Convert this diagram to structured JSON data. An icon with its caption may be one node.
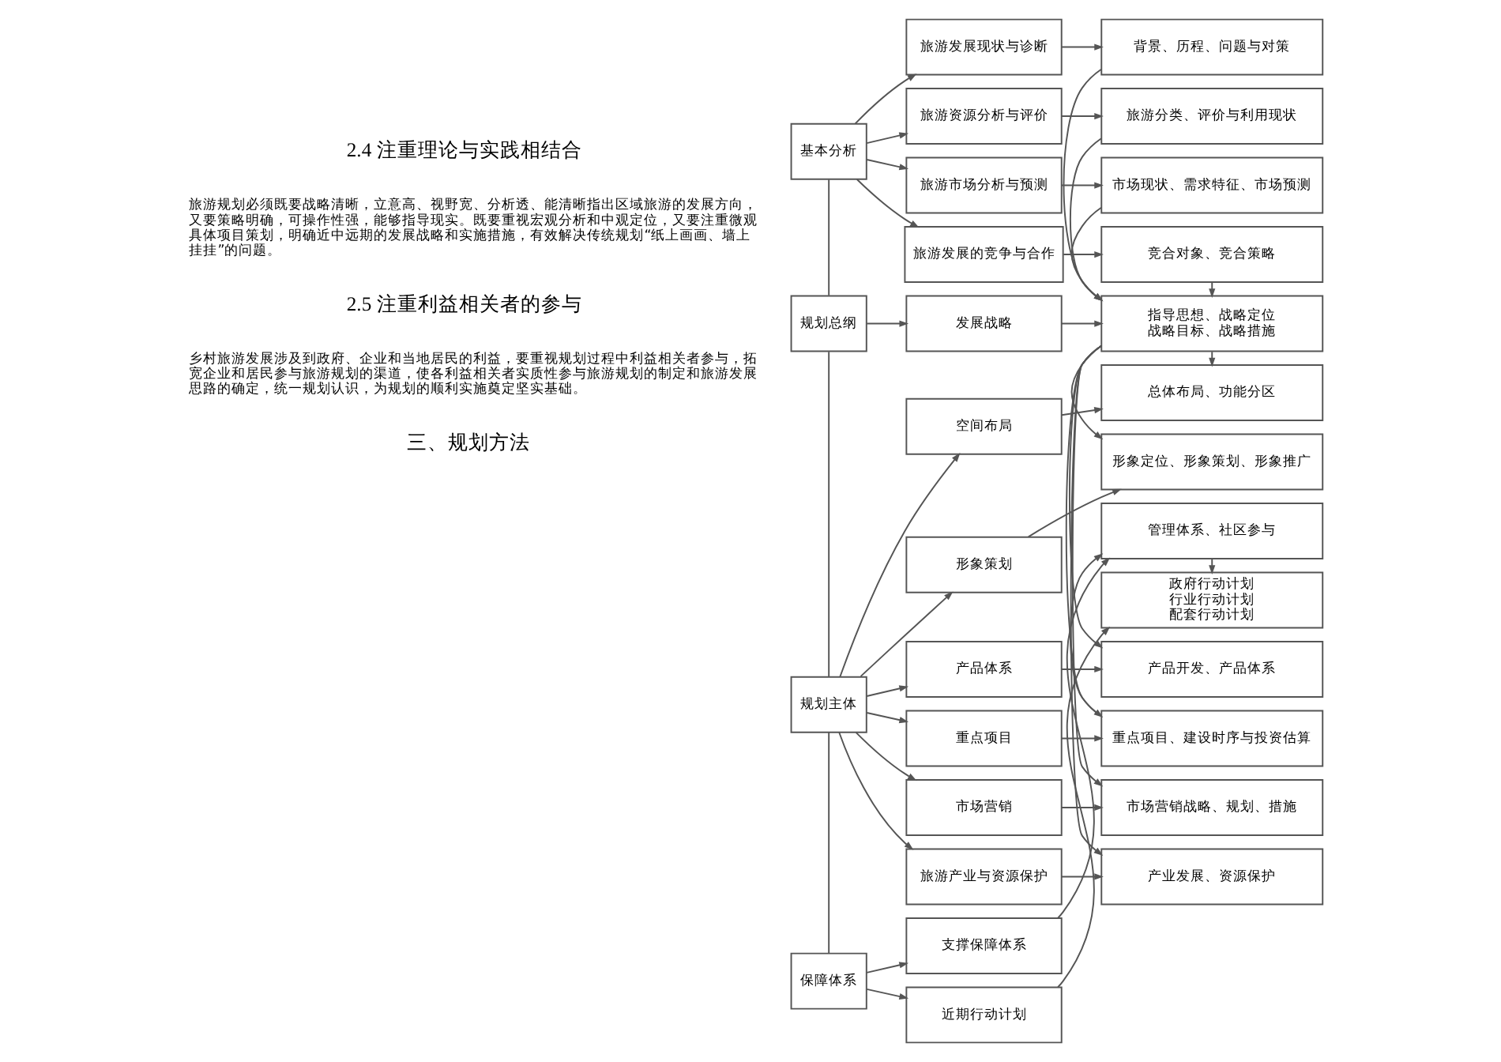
{
  "diagram": {
    "nodes": [
      {
        "text": [
          "基本分析"
        ]
      },
      {
        "text": [
          "规划总纲"
        ]
      },
      {
        "text": [
          "规划主体"
        ]
      },
      {
        "text": [
          "保障体系"
        ]
      },
      {
        "text": [
          "旅游发展现状与诊断"
        ]
      },
      {
        "text": [
          "旅游资源分析与评价"
        ]
      },
      {
        "text": [
          "旅游市场分析与预测"
        ]
      },
      {
        "text": [
          "旅游发展的竞争与合作"
        ]
      },
      {
        "text": [
          "背景、历程、问题与对策"
        ]
      },
      {
        "text": [
          "旅游分类、评价与利用现状"
        ]
      },
      {
        "text": [
          "市场现状、需求特征、市场预测"
        ]
      },
      {
        "text": [
          "竞合对象、竞合策略"
        ]
      },
      {
        "text": [
          "发展战略"
        ]
      },
      {
        "text": [
          "指导思想、战略定位战略目标、战略措施"
        ]
      },
      {
        "text": [
          "空间布局"
        ]
      },
      {
        "text": [
          "形象策划"
        ]
      },
      {
        "text": [
          "产品体系"
        ]
      },
      {
        "text": [
          "重点项目"
        ]
      },
      {
        "text": [
          "市场营销"
        ]
      },
      {
        "text": [
          "旅游产业与资源保护"
        ]
      },
      {
        "text": [
          "总体布局、功能分区"
        ]
      },
      {
        "text": [
          "形象定位、形象策划、形象推广"
        ]
      },
      {
        "text": [
          "产品开发、产品体系"
        ]
      },
      {
        "text": [
          "重点项目、建设时序与投资估算"
        ]
      },
      {
        "text": [
          "市场营销战略、规划、措施"
        ]
      },
      {
        "text": [
          "产业发展、资源保护"
        ]
      },
      {
        "text": [
          "支撑保障体系"
        ]
      },
      {
        "text": [
          "近期行动计划"
        ]
      },
      {
        "text": [
          "管理体系、社区参与"
        ]
      },
      {
        "text": [
          "政府行动计划行业行动计划配套行动计划"
        ]
      }
    ],
    "edges": [
      {
        "from": 0,
        "to": 1,
        "arrow": "none"
      },
      {
        "from": 1,
        "to": 2,
        "arrow": "none"
      },
      {
        "from": 2,
        "to": 3,
        "arrow": "none"
      },
      {
        "from": 0,
        "to": 4,
        "arrow": "to"
      },
      {
        "from": 0,
        "to": 5,
        "arrow": "to"
      },
      {
        "from": 0,
        "to": 6,
        "arrow": "to"
      },
      {
        "from": 0,
        "to": 7,
        "arrow": "to"
      },
      {
        "from": 4,
        "to": 8,
        "arrow": "to"
      },
      {
        "from": 5,
        "to": 9,
        "arrow": "to"
      },
      {
        "from": 6,
        "to": 10,
        "arrow": "to"
      },
      {
        "from": 7,
        "to": 11,
        "arrow": "to"
      },
      {
        "from": 8,
        "to": 13,
        "arrow": "to"
      },
      {
        "from": 9,
        "to": 13,
        "arrow": "to"
      },
      {
        "from": 10,
        "to": 13,
        "arrow": "to"
      },
      {
        "from": 11,
        "to": 13,
        "arrow": "to"
      },
      {
        "from": 1,
        "to": 12,
        "arrow": "to"
      },
      {
        "from": 12,
        "to": 13,
        "arrow": "to"
      },
      {
        "from": 2,
        "to": 14,
        "arrow": "to"
      },
      {
        "from": 2,
        "to": 15,
        "arrow": "to"
      },
      {
        "from": 2,
        "to": 16,
        "arrow": "to"
      },
      {
        "from": 2,
        "to": 17,
        "arrow": "to"
      },
      {
        "from": 2,
        "to": 18,
        "arrow": "to"
      },
      {
        "from": 2,
        "to": 19,
        "arrow": "to"
      },
      {
        "from": 14,
        "to": 20,
        "arrow": "to"
      },
      {
        "from": 15,
        "to": 21,
        "arrow": "to"
      },
      {
        "from": 16,
        "to": 22,
        "arrow": "to"
      },
      {
        "from": 17,
        "to": 23,
        "arrow": "to"
      },
      {
        "from": 18,
        "to": 24,
        "arrow": "to"
      },
      {
        "from": 19,
        "to": 25,
        "arrow": "to"
      },
      {
        "from": 13,
        "to": 20,
        "arrow": "to"
      },
      {
        "from": 13,
        "to": 21,
        "arrow": "to"
      },
      {
        "from": 13,
        "to": 22,
        "arrow": "to"
      },
      {
        "from": 13,
        "to": 23,
        "arrow": "to"
      },
      {
        "from": 13,
        "to": 24,
        "arrow": "to"
      },
      {
        "from": 13,
        "to": 25,
        "arrow": "to"
      },
      {
        "from": 23,
        "to": 28,
        "arrow": "to"
      },
      {
        "from": 3,
        "to": 26,
        "arrow": "to"
      },
      {
        "from": 3,
        "to": 27,
        "arrow": "to"
      },
      {
        "from": 26,
        "to": 28,
        "arrow": "to"
      },
      {
        "from": 27,
        "to": 29,
        "arrow": "to"
      },
      {
        "from": 28,
        "to": 29,
        "arrow": "to"
      }
    ],
    "labels": [
      "2.4 注重理论与实践相结合",
      "旅游规划必须既要战略清晰，立意高、视野宽、分析透、能清晰指出区域旅游的发展方向，又要策略明确，可操作性强，能够指导现实。既要重视宏观分析和中观定位，又要注重微观具体项目策划，明确近中远期的发展战略和实施措施，有效解决传统规划“纸上画画、墙上挂挂”的问题。",
      "2.5 注重利益相关者的参与",
      "乡村旅游发展涉及到政府、企业和当地居民的利益，要重视规划过程中利益相关者参与，拓宽企业和居民参与旅游规划的渠道，使各利益相关者实质性参与旅游规划的制定和旅游发展思路的确定，统一规划认识，为规划的顺利实施奠定坚实基础。",
      "三、规划方法"
    ]
  }
}
